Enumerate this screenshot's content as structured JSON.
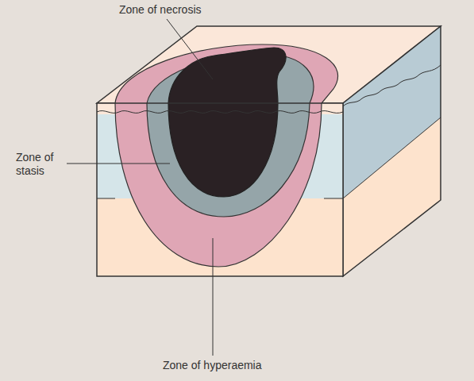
{
  "diagram": {
    "labels": [
      "Zone of necrosis",
      "Zone of stasis",
      "Zone of hyperaemia"
    ]
  }
}
